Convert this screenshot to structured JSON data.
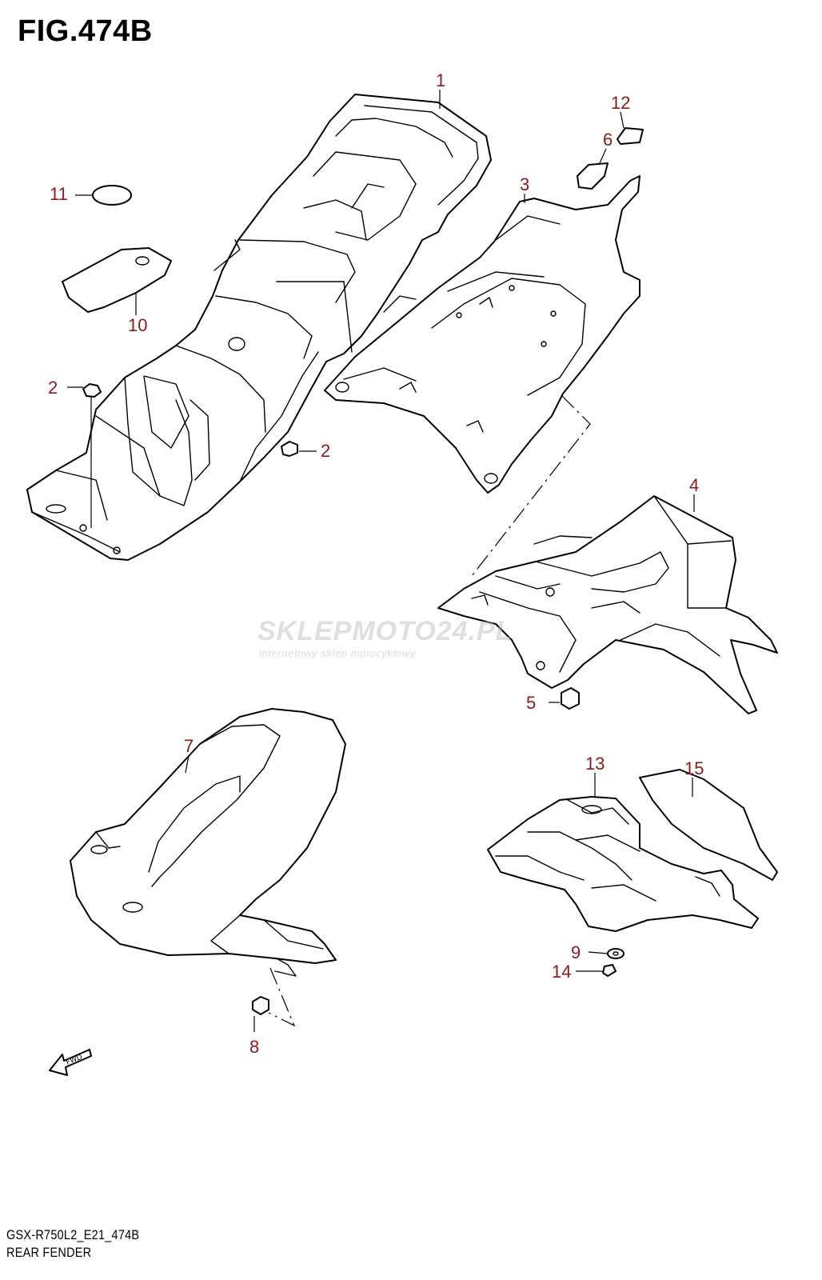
{
  "figure": {
    "title": "FIG.474B"
  },
  "footer": {
    "model_code": "GSX-R750L2_E21_474B",
    "section_name": "REAR FENDER"
  },
  "watermark": {
    "brand": "SKLEPMOTO24.PL",
    "tagline": "internetowy sklep motocyklowy"
  },
  "callouts": [
    {
      "id": "1",
      "label": "1"
    },
    {
      "id": "2a",
      "label": "2"
    },
    {
      "id": "2b",
      "label": "2"
    },
    {
      "id": "3",
      "label": "3"
    },
    {
      "id": "4",
      "label": "4"
    },
    {
      "id": "5",
      "label": "5"
    },
    {
      "id": "6",
      "label": "6"
    },
    {
      "id": "7",
      "label": "7"
    },
    {
      "id": "8",
      "label": "8"
    },
    {
      "id": "9",
      "label": "9"
    },
    {
      "id": "10",
      "label": "10"
    },
    {
      "id": "11",
      "label": "11"
    },
    {
      "id": "12",
      "label": "12"
    },
    {
      "id": "13",
      "label": "13"
    },
    {
      "id": "14",
      "label": "14"
    },
    {
      "id": "15",
      "label": "15"
    }
  ],
  "fwd_arrow": {
    "label": "FWD"
  },
  "colors": {
    "callout": "#8b1a1a",
    "line": "#000000",
    "watermark": "#b9b9b9"
  }
}
